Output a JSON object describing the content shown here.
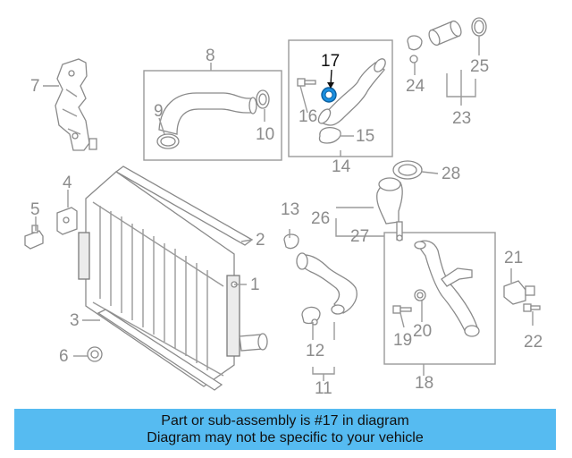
{
  "callouts": {
    "n1": "1",
    "n2": "2",
    "n3": "3",
    "n4": "4",
    "n5": "5",
    "n6": "6",
    "n7": "7",
    "n8": "8",
    "n9": "9",
    "n10": "10",
    "n11": "11",
    "n12": "12",
    "n13": "13",
    "n14": "14",
    "n15": "15",
    "n16": "16",
    "n17": "17",
    "n18": "18",
    "n19": "19",
    "n20": "20",
    "n21": "21",
    "n22": "22",
    "n23": "23",
    "n24": "24",
    "n25": "25",
    "n26": "26",
    "n27": "27",
    "n28": "28"
  },
  "highlighted_part": "17",
  "banner": {
    "line1": "Part or sub-assembly is #17 in diagram",
    "line2": "Diagram may not be specific to your vehicle",
    "bg_color": "#56bbf1",
    "text_color": "#111111"
  },
  "colors": {
    "line": "#9a9a9a",
    "label": "#8c8c8c",
    "highlight": "#1a8fe0"
  }
}
